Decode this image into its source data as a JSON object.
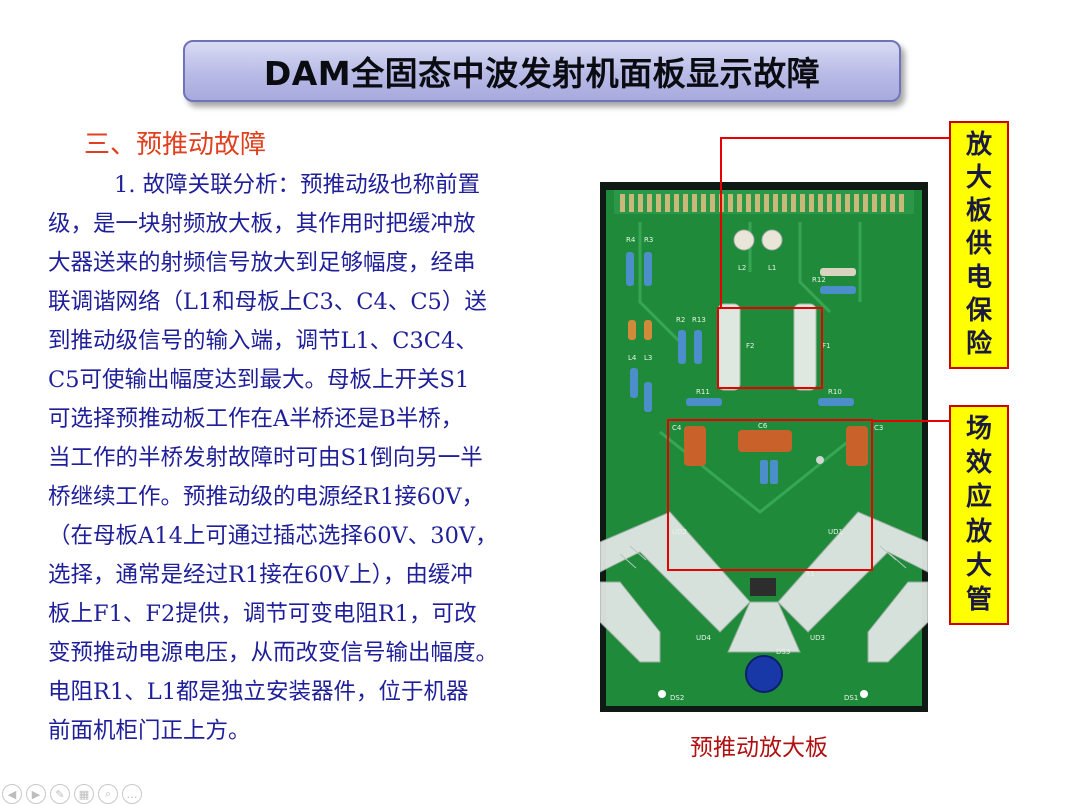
{
  "title": "DAM全固态中波发射机面板显示故障",
  "section": {
    "heading": "三、预推动故障"
  },
  "body_lines": [
    "1. 故障关联分析：预推动级也称前置",
    "级，是一块射频放大板，其作用时把缓冲放",
    "大器送来的射频信号放大到足够幅度，经串",
    "联调谐网络（L1和母板上C3、C4、C5）送",
    "到推动级信号的输入端，调节L1、C3C4、",
    "C5可使输出幅度达到最大。母板上开关S1",
    "可选择预推动板工作在A半桥还是B半桥，",
    "当工作的半桥发射故障时可由S1倒向另一半",
    "桥继续工作。预推动级的电源经R1接60V，",
    "（在母板A14上可通过插芯选择60V、30V，",
    "选择，通常是经过R1接在60V上），由缓冲",
    "板上F1、F2提供，调节可变电阻R1，可改",
    "变预推动电源电压，从而改变信号输出幅度。",
    "电阻R1、L1都是独立安装器件，位于机器",
    "前面机柜门正上方。"
  ],
  "label_power": [
    "放",
    "大",
    "板",
    "供",
    "电",
    "保",
    "险"
  ],
  "label_fet": [
    "场",
    "效",
    "应",
    "放",
    "大",
    "管"
  ],
  "caption": "预推动放大板",
  "pcb_labels": {
    "r4": "R4",
    "r3": "R3",
    "l2": "L2",
    "l1": "L1",
    "r2": "R2",
    "r13": "R13",
    "f2": "F2",
    "f1": "F1",
    "r12": "R12",
    "r10": "R10",
    "r11": "R11",
    "l4": "L4",
    "l3": "L3",
    "c4": "C4",
    "c3": "C3",
    "c6": "C6",
    "ud1": "UD1",
    "ud2": "UD2",
    "ud3": "UD3",
    "ud4": "UD4",
    "t1": "T1",
    "ds1": "DS1",
    "ds2": "DS2",
    "ds3": "DS3"
  },
  "colors": {
    "title_bg": "#b8bbe6",
    "heading": "#e0401e",
    "body": "#1f1f9a",
    "label_bg": "#ffff00",
    "label_border": "#d10000",
    "caption": "#b01010",
    "pcb": "#1f8a3a"
  },
  "nav_icons": [
    "prev-icon",
    "next-icon",
    "pen-icon",
    "slides-icon",
    "zoom-icon",
    "more-icon"
  ]
}
